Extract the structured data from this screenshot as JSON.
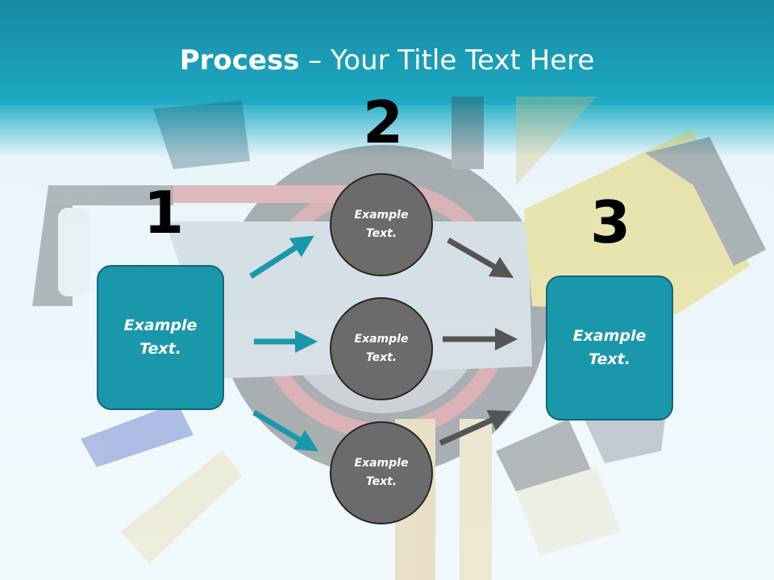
{
  "slide": {
    "title_bold": "Process",
    "title_rest": " – Your Title Text Here"
  },
  "numbers": [
    "1",
    "2",
    "3"
  ],
  "left_box": {
    "line1": "Example",
    "line2": "Text."
  },
  "right_box": {
    "line1": "Example",
    "line2": "Text."
  },
  "circles": [
    {
      "line1": "Example",
      "line2": "Text."
    },
    {
      "line1": "Example",
      "line2": "Text."
    },
    {
      "line1": "Example",
      "line2": "Text."
    }
  ],
  "colors": {
    "accent": "#1b97ab",
    "circle_fill": "#6b6b6b",
    "arrow_teal": "#1b97ab",
    "arrow_gray": "#555555"
  }
}
